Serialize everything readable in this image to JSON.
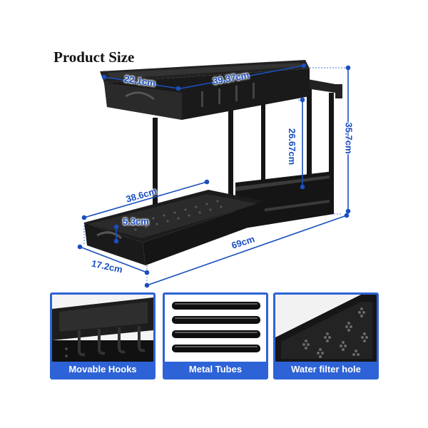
{
  "title": "Product Size",
  "dimensions": {
    "top_depth": "22.1cm",
    "top_width": "39.37cm",
    "tier_gap": "26.67cm",
    "total_height": "35.7cm",
    "bottom_width": "38.6cm",
    "drawer_height": "5.3cm",
    "bottom_depth": "17.2cm",
    "total_length": "69cm"
  },
  "features": [
    {
      "label": "Movable Hooks",
      "icon": "hooks"
    },
    {
      "label": "Metal Tubes",
      "icon": "tubes"
    },
    {
      "label": "Water filter hole",
      "icon": "holes"
    }
  ],
  "colors": {
    "accent": "#2d63d6",
    "dimension_text": "#1a4fc0",
    "product": "#1a1a1a"
  }
}
